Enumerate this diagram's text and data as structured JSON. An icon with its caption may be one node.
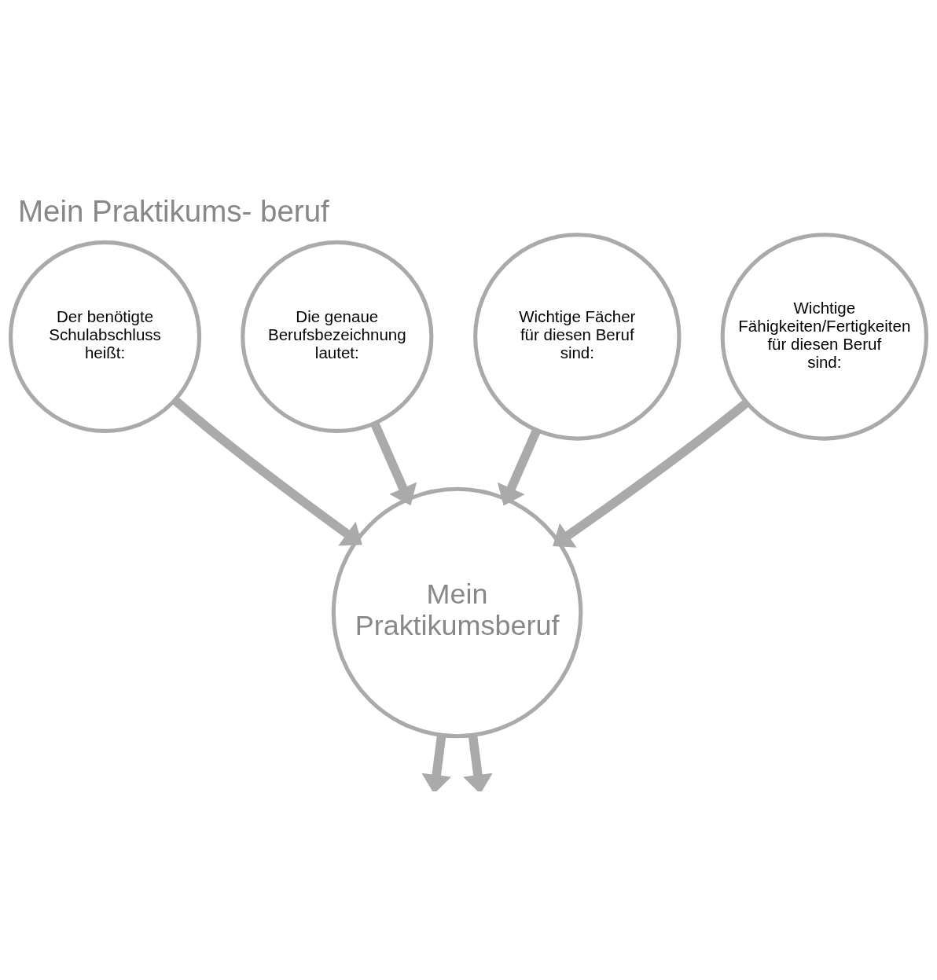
{
  "diagram": {
    "title": "Mein Praktikums- beruf",
    "nodes": [
      {
        "text": [
          "Der benötigte Schulabschluss heißt:"
        ]
      },
      {
        "text": [
          "Die genaue Berufsbezeichnung lautet:"
        ]
      },
      {
        "text": [
          "Wichtige Fächer für diesen Beruf sind:"
        ]
      },
      {
        "text": [
          "Wichtige Fähigkeiten/Fertigkeiten für diesen Beruf sind:"
        ]
      },
      {
        "text": [
          "Mein Praktikumsberuf"
        ]
      }
    ],
    "edges": [
      {
        "from": 0,
        "to": 4,
        "arrow": "to"
      },
      {
        "from": 1,
        "to": 4,
        "arrow": "to"
      },
      {
        "from": 2,
        "to": 4,
        "arrow": "to"
      },
      {
        "from": 3,
        "to": 4,
        "arrow": "to"
      },
      {
        "from": 4,
        "to": null,
        "arrow": "to"
      },
      {
        "from": 4,
        "to": null,
        "arrow": "to"
      }
    ]
  }
}
